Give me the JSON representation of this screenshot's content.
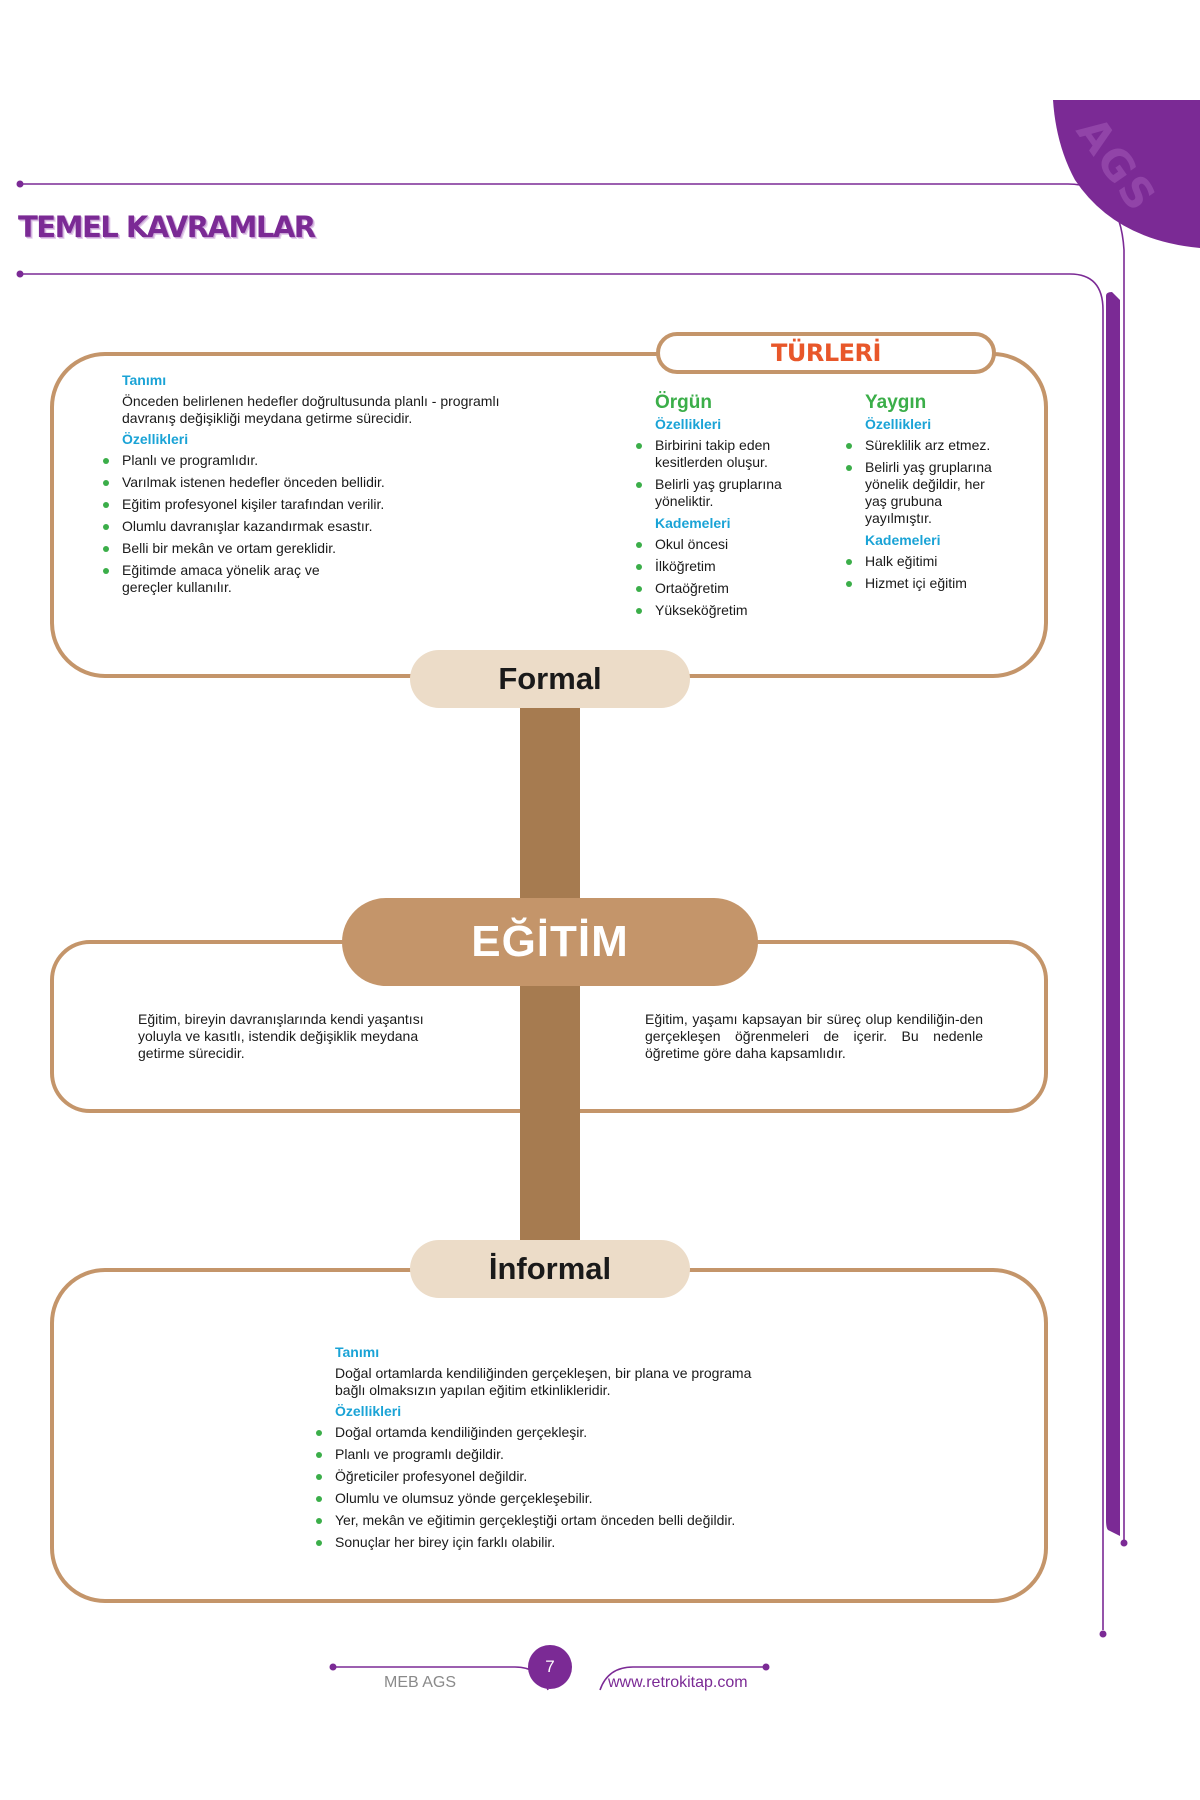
{
  "header": {
    "title": "TEMEL KAVRAMLAR",
    "corner_logo": "AGS"
  },
  "formal": {
    "pill": "Formal",
    "tanim_label": "Tanımı",
    "tanim_text": "Önceden belirlenen hedefler doğrultusunda planlı - programlı davranış değişikliği meydana getirme sürecidir.",
    "ozellik_label": "Özellikleri",
    "ozellikler": [
      "Planlı ve programlıdır.",
      "Varılmak istenen hedefler önceden bellidir.",
      "Eğitim profesyonel kişiler tarafından verilir.",
      "Olumlu davranışlar kazandırmak esastır.",
      "Belli bir mekân ve ortam gereklidir.",
      "Eğitimde amaca yönelik araç ve gereçler kullanılır."
    ],
    "turleri": "TÜRLERİ",
    "orgun": {
      "title": "Örgün",
      "ozellik_label": "Özellikleri",
      "ozellikler": [
        "Birbirini takip eden kesitlerden oluşur.",
        "Belirli yaş gruplarına yöneliktir."
      ],
      "kademe_label": "Kademeleri",
      "kademeler": [
        "Okul öncesi",
        "İlköğretim",
        "Ortaöğretim",
        "Yükseköğretim"
      ]
    },
    "yaygin": {
      "title": "Yaygın",
      "ozellik_label": "Özellikleri",
      "ozellikler": [
        "Süreklilik arz etmez.",
        "Belirli yaş gruplarına yönelik değildir, her yaş grubuna yayılmıştır."
      ],
      "kademe_label": "Kademeleri",
      "kademeler": [
        "Halk eğitimi",
        "Hizmet içi eğitim"
      ]
    }
  },
  "egitim": {
    "title": "EĞİTİM",
    "left_text": "Eğitim, bireyin davranışlarında kendi yaşantısı yoluyla ve kasıtlı, istendik değişiklik meydana getirme sürecidir.",
    "right_text": "Eğitim, yaşamı kapsayan bir süreç olup kendiliğin-den gerçekleşen öğrenmeleri de içerir. Bu nedenle öğretime göre daha kapsamlıdır."
  },
  "informal": {
    "pill": "İnformal",
    "tanim_label": "Tanımı",
    "tanim_text": "Doğal ortamlarda kendiliğinden gerçekleşen, bir plana ve programa bağlı olmaksızın yapılan eğitim etkinlikleridir.",
    "ozellik_label": "Özellikleri",
    "ozellikler": [
      "Doğal ortamda kendiliğinden gerçekleşir.",
      "Planlı ve programlı değildir.",
      "Öğreticiler profesyonel değildir.",
      "Olumlu ve olumsuz yönde gerçekleşebilir.",
      "Yer, mekân ve eğitimin gerçekleştiği ortam önceden belli değildir.",
      "Sonuçlar her birey için farklı olabilir."
    ]
  },
  "footer": {
    "left": "MEB AGS",
    "page": "7",
    "right": "www.retrokitap.com"
  },
  "colors": {
    "purple": "#7b2a95",
    "tan": "#c4956a",
    "stem": "#a67b50",
    "pill_light": "#ecdcc8",
    "green": "#3bae49",
    "blue": "#1aa3d6",
    "orange": "#e8572a"
  }
}
